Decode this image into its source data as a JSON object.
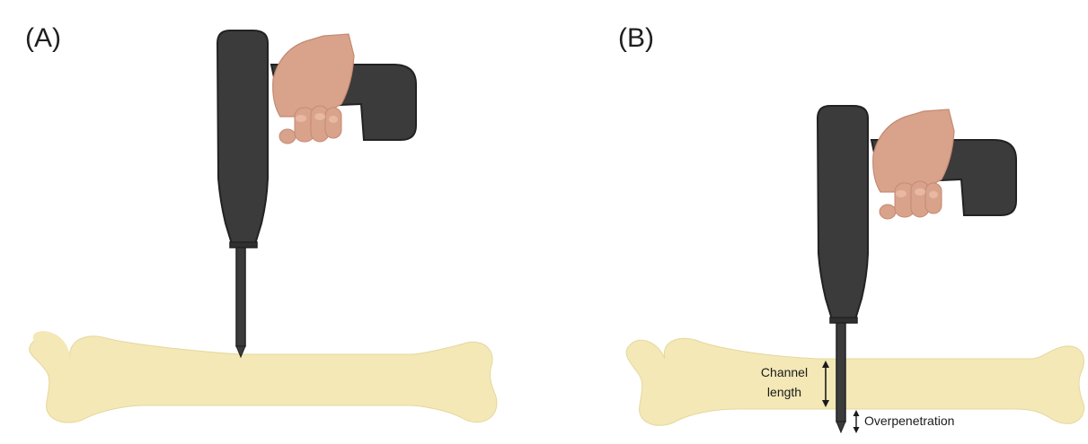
{
  "panels": {
    "a": {
      "label": "(A)"
    },
    "b": {
      "label": "(B)",
      "channel_label_line1": "Channel",
      "channel_label_line2": "length",
      "overpenetration_label": "Overpenetration"
    }
  },
  "colors": {
    "bone": "#f3e8b6",
    "bone_edge": "#e6d79c",
    "drill": "#3b3b3b",
    "drill_edge": "#222222",
    "skin": "#d9a28b",
    "skin_shade": "#c48a73",
    "arrow": "#1a1a1a"
  },
  "icons": [
    "bone-icon",
    "drill-icon",
    "hand-icon",
    "double-arrow-icon"
  ]
}
